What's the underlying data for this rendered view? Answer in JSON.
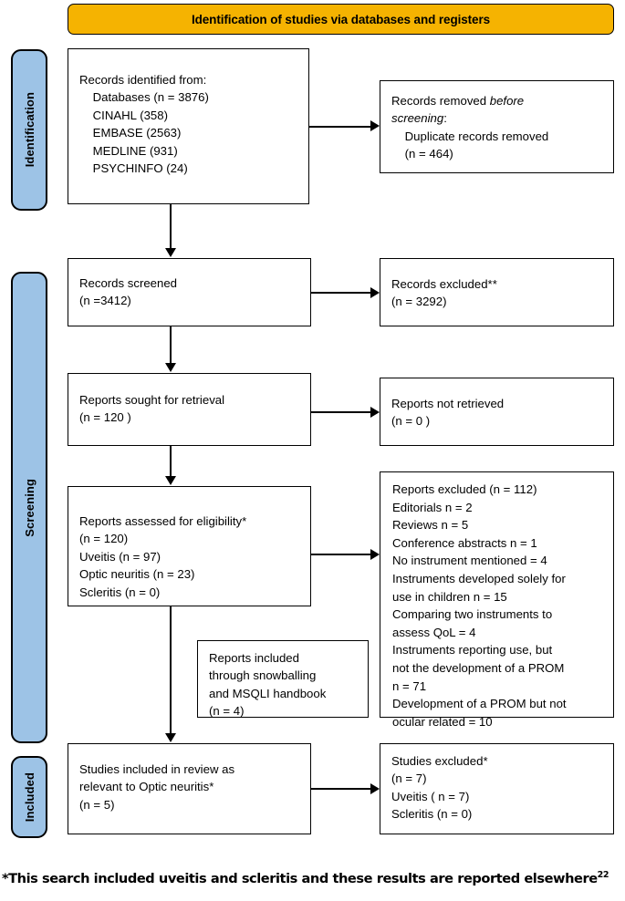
{
  "banner": {
    "label": "Identification of studies via databases and registers"
  },
  "rails": [
    {
      "key": "identification",
      "label": "Identification"
    },
    {
      "key": "screening",
      "label": "Screening"
    },
    {
      "key": "included",
      "label": "Included"
    }
  ],
  "boxes": {
    "identified": {
      "line1": "Records identified from:",
      "line2": "    Databases (n = 3876)",
      "line3": "    CINAHL (358)",
      "line4": "    EMBASE (2563)",
      "line5": "    MEDLINE (931)",
      "line6": "    PSYCHINFO (24)"
    },
    "removed": {
      "line1_a": "Records removed ",
      "line1_b": "before",
      "line2_a": "screening",
      "line2_b": ":",
      "line3": "    Duplicate records removed",
      "line4": "    (n = 464)"
    },
    "screened": {
      "line1": "Records screened",
      "line2": "(n =3412)"
    },
    "excluded_records": {
      "line1": "Records excluded**",
      "line2": "(n = 3292)"
    },
    "sought": {
      "line1": "Reports sought for retrieval",
      "line2": "(n = 120 )"
    },
    "not_retrieved": {
      "line1": "Reports not retrieved",
      "line2": "(n = 0 )"
    },
    "eligibility": {
      "line1": "Reports assessed for eligibility*",
      "line2": "(n = 120)",
      "line3": "Uveitis (n = 97)",
      "line4": "Optic neuritis (n = 23)",
      "line5": "Scleritis (n = 0)"
    },
    "reports_excluded": {
      "line1": "Reports excluded (n = 112)",
      "line2": "Editorials n = 2",
      "line3": "Reviews n = 5",
      "line4": "Conference abstracts n = 1",
      "line5": "No instrument mentioned = 4",
      "line6": "Instruments developed solely for",
      "line7": "use in children n = 15",
      "line8": "Comparing two instruments to",
      "line9": "assess QoL = 4",
      "line10": "Instruments reporting use, but",
      "line11": "not the development of a PROM",
      "line12": "n = 71",
      "line13": "Development of a PROM but not",
      "line14": "ocular related = 10"
    },
    "snowball": {
      "line1": "Reports included",
      "line2": "through snowballing",
      "line3": "and MSQLI handbook",
      "line4": "(n = 4)"
    },
    "included": {
      "line1": "Studies included in review as",
      "line2": "relevant to Optic neuritis*",
      "line3": "(n = 5)"
    },
    "studies_excluded": {
      "line1": "Studies excluded*",
      "line2": "(n = 7)",
      "line3": "Uveitis ( n = 7)",
      "line4": "Scleritis (n = 0)"
    }
  },
  "footnote": {
    "text": "*This search included uveitis and scleritis and these results are reported elsewhere",
    "superscript": "22"
  },
  "colors": {
    "banner_fill": "#f5b301",
    "rail_fill": "#9dc3e6",
    "stroke": "#000000",
    "box_fill": "#ffffff"
  }
}
